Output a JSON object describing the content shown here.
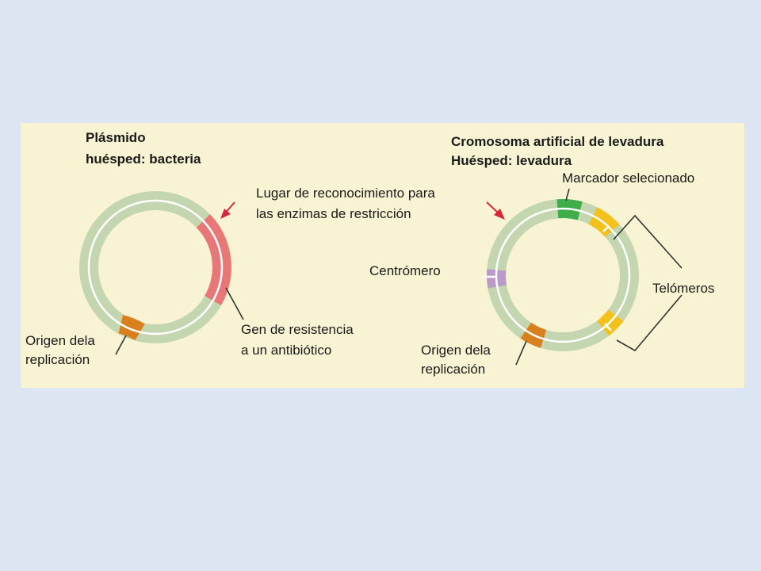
{
  "plasmid": {
    "title_line1": "Plásmido",
    "title_line2": "huésped: bacteria",
    "label_restriction_line1": "Lugar de reconocimiento para",
    "label_restriction_line2": "las enzimas de restricción",
    "label_resistance_line1": "Gen de resistencia",
    "label_resistance_line2": "a un antibiótico",
    "label_origin_line1": "Origen dela",
    "label_origin_line2": "replicación"
  },
  "yac": {
    "title_line1": "Cromosoma artificial de levadura",
    "title_line2": "Huésped: levadura",
    "label_marker": "Marcador selecionado",
    "label_centromere": "Centrómero",
    "label_telomeres": "Telómeros",
    "label_origin_line1": "Origen dela",
    "label_origin_line2": "replicación"
  },
  "colors": {
    "slide_bg": "#dce6f2",
    "figure_bg": "#f7f3d3",
    "ring": "#c4d6b0",
    "resistance_gene": "#e87878",
    "origin": "#d9801e",
    "marker": "#3fae49",
    "telomere": "#f4c11a",
    "centromere": "#b99ac9",
    "arrow": "#d9263b"
  }
}
